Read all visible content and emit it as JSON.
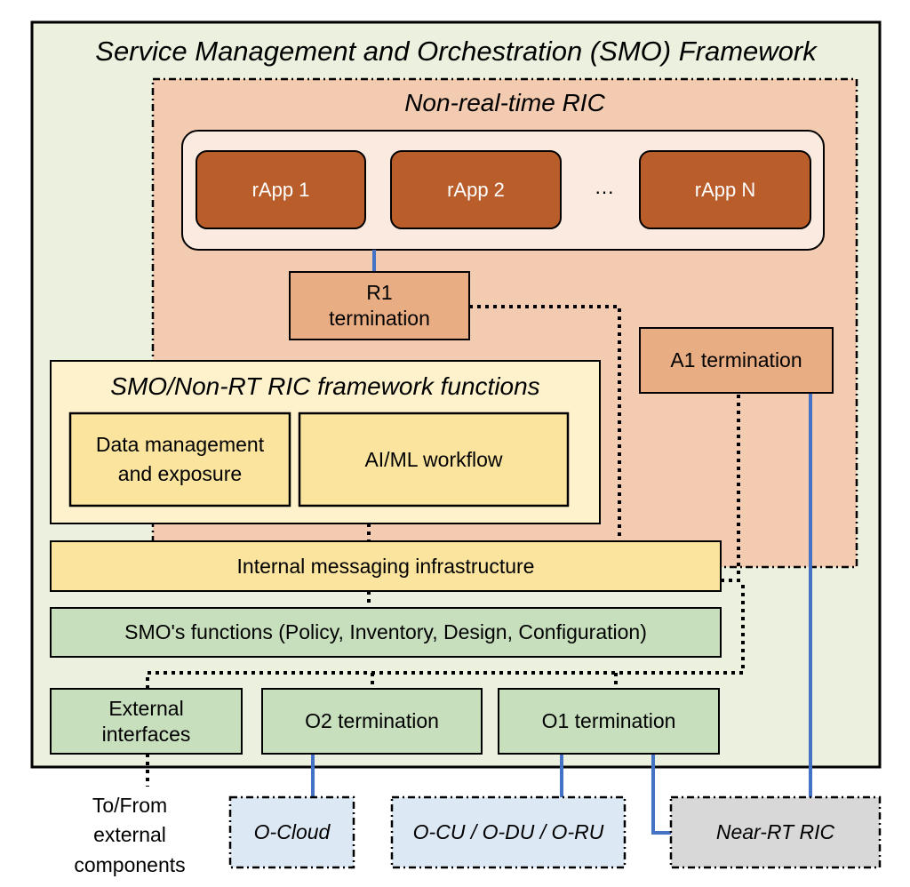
{
  "title": "Service Management and Orchestration (SMO) Framework",
  "non_rt_ric": {
    "title": "Non-real-time RIC",
    "rapps": [
      "rApp 1",
      "rApp 2",
      "rApp N"
    ],
    "ellipsis": "…",
    "r1_termination": "R1\ntermination",
    "a1_termination": "A1 termination"
  },
  "framework_functions": {
    "title": "SMO/Non-RT RIC framework functions",
    "data_management": "Data management\nand exposure",
    "aiml_workflow": "AI/ML workflow"
  },
  "internal_messaging": "Internal messaging infrastructure",
  "smo_functions": "SMO's functions (Policy, Inventory, Design, Configuration)",
  "external_interfaces": "External\ninterfaces",
  "o2_termination": "O2 termination",
  "o1_termination": "O1 termination",
  "external_components": "To/From\nexternal\ncomponents",
  "o_cloud": "O-Cloud",
  "o_nodes": "O-CU / O-DU / O-RU",
  "near_rt_ric": "Near-RT RIC",
  "colors": {
    "smo_green": "#ebf1de",
    "nonrt_salmon": "#f2cbb1",
    "rapp_brown": "#b95e2b",
    "termination_orange": "#e8ad82",
    "yellow_light": "#fdf2cc",
    "yellow": "#fbe49e",
    "green_box": "#c7dfbd",
    "blue_light": "#dde8f5",
    "gray": "#d8d8d8",
    "link_blue": "#4472c4"
  }
}
